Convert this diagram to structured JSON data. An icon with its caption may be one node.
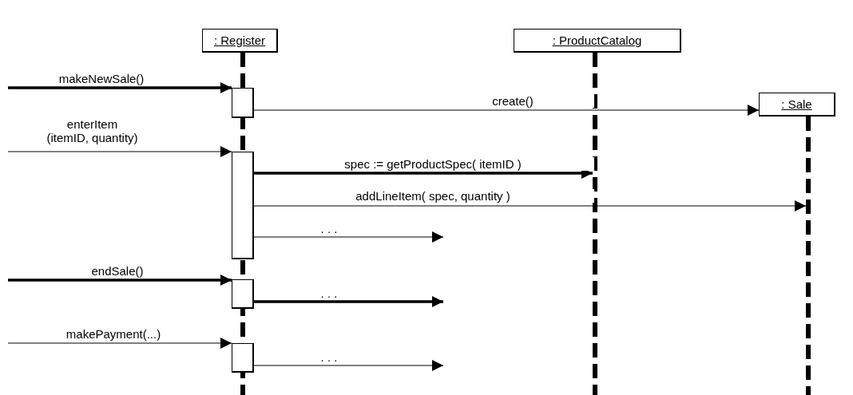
{
  "diagram": {
    "nodes": [
      {
        "text": [
          ": Register"
        ]
      },
      {
        "text": [
          ": ProductCatalog"
        ]
      },
      {
        "text": [
          ": Sale"
        ]
      },
      {
        "text": [],
        "shape": "bar"
      },
      {
        "text": [],
        "shape": "bar"
      },
      {
        "text": [],
        "shape": "bar"
      },
      {
        "text": [],
        "shape": "box",
        "in": 3
      },
      {
        "text": [],
        "shape": "box",
        "in": 3
      },
      {
        "text": [],
        "shape": "box",
        "in": 3
      },
      {
        "text": [],
        "shape": "box",
        "in": 3
      }
    ],
    "edges": [
      {
        "from": null,
        "to": 6,
        "arrow": "to",
        "label": "makeNewSale()",
        "style": "thick"
      },
      {
        "from": 6,
        "to": 2,
        "arrow": "to",
        "label": "create()"
      },
      {
        "from": null,
        "to": 7,
        "arrow": "to",
        "label": "enterItem (itemID, quantity)"
      },
      {
        "from": 7,
        "to": 4,
        "arrow": "to",
        "label": "spec := getProductSpec( itemID )",
        "style": "thick"
      },
      {
        "from": 7,
        "to": 5,
        "arrow": "to",
        "label": "addLineItem( spec, quantity )"
      },
      {
        "from": 7,
        "to": null,
        "arrow": "to",
        "label": ". . ."
      },
      {
        "from": null,
        "to": 8,
        "arrow": "to",
        "label": "endSale()",
        "style": "thick"
      },
      {
        "from": 8,
        "to": null,
        "arrow": "to",
        "label": ". . .",
        "style": "thick"
      },
      {
        "from": null,
        "to": 9,
        "arrow": "to",
        "label": "makePayment(...)"
      },
      {
        "from": 9,
        "to": null,
        "arrow": "to",
        "label": ". . ."
      }
    ]
  }
}
